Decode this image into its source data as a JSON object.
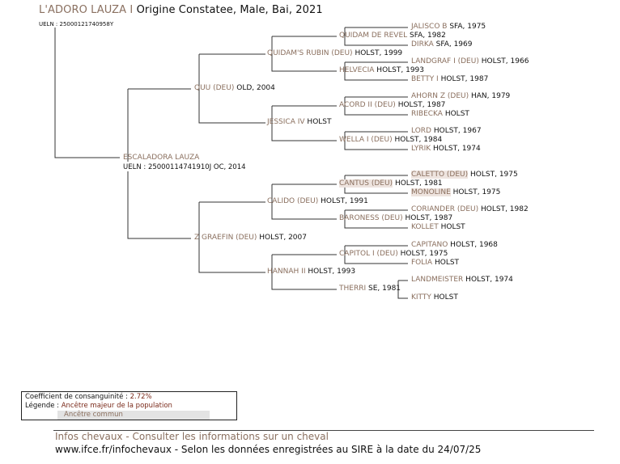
{
  "header": {
    "name": "L'ADORO LAUZA I",
    "details": "Origine Constatee, Male, Bai, 2021",
    "ueln": "UELN : 25000121740958Y"
  },
  "pedigree": {
    "sire": {
      "name": "QUU (DEU)",
      "info": "OLD, 2004"
    },
    "sire_sire": {
      "name": "QUIDAM'S RUBIN (DEU)",
      "info": "HOLST, 1999"
    },
    "sire_sire_sire": {
      "name": "QUIDAM DE REVEL",
      "info": "SFA, 1982"
    },
    "sire_sire_sire_sire": {
      "name": "JALISCO B",
      "info": "SFA, 1975"
    },
    "sire_sire_sire_dam": {
      "name": "DIRKA",
      "info": "SFA, 1969"
    },
    "sire_sire_dam": {
      "name": "HELVECIA",
      "info": "HOLST, 1993"
    },
    "sire_sire_dam_sire": {
      "name": "LANDGRAF I (DEU)",
      "info": "HOLST, 1966"
    },
    "sire_sire_dam_dam": {
      "name": "BETTY I",
      "info": "HOLST, 1987"
    },
    "sire_dam": {
      "name": "JESSICA IV",
      "info": "HOLST"
    },
    "sire_dam_sire": {
      "name": "ACORD II (DEU)",
      "info": "HOLST, 1987"
    },
    "sire_dam_sire_sire": {
      "name": "AHORN Z (DEU)",
      "info": "HAN, 1979"
    },
    "sire_dam_sire_dam": {
      "name": "RIBECKA",
      "info": "HOLST"
    },
    "sire_dam_dam": {
      "name": "WELLA I (DEU)",
      "info": "HOLST, 1984"
    },
    "sire_dam_dam_sire": {
      "name": "LORD",
      "info": "HOLST, 1967"
    },
    "sire_dam_dam_dam": {
      "name": "LYRIK",
      "info": "HOLST, 1974"
    },
    "dam": {
      "name": "ESCALADORA LAUZA",
      "ueln_prefix": "UELN : 25000114741910J",
      "info": "OC, 2014"
    },
    "dam_sire": {
      "name": "CALIDO (DEU)",
      "info": "HOLST, 1991"
    },
    "dam_sire_sire": {
      "name": "CANTUS (DEU)",
      "info": "HOLST, 1981"
    },
    "dam_sire_sire_sire": {
      "name": "CALETTO (DEU)",
      "info": "HOLST, 1975"
    },
    "dam_sire_sire_dam": {
      "name": "MONOLINE",
      "info": "HOLST, 1975"
    },
    "dam_sire_dam": {
      "name": "BARONESS (DEU)",
      "info": "HOLST, 1987"
    },
    "dam_sire_dam_sire": {
      "name": "CORIANDER (DEU)",
      "info": "HOLST, 1982"
    },
    "dam_sire_dam_dam": {
      "name": "KOLLET",
      "info": "HOLST"
    },
    "dam_dam": {
      "name": "Z GRAEFIN (DEU)",
      "info": "HOLST, 2007"
    },
    "dam_dam_sire": {
      "name": "CAPITOL I (DEU)",
      "info": "HOLST, 1975"
    },
    "dam_dam_sire_sire": {
      "name": "CAPITANO",
      "info": "HOLST, 1968"
    },
    "dam_dam_sire_dam": {
      "name": "FOLIA",
      "info": "HOLST"
    },
    "dam_dam_dam": {
      "name": "HANNAH II",
      "info": "HOLST, 1993"
    },
    "dam_dam_dam_sire": {
      "name": "THERRI",
      "info": "SE, 1981"
    },
    "dam_dam_dam_sire_sire": {
      "name": "LANDMEISTER",
      "info": "HOLST, 1974"
    },
    "dam_dam_dam_sire_dam": {
      "name": "KITTY",
      "info": "HOLST"
    }
  },
  "legend": {
    "coefficient_label": "Coefficient de consanguinité :",
    "coefficient_value": "2.72%",
    "legend_label": "Légende :",
    "major_ancestor": "Ancêtre majeur de la population",
    "common_ancestor": "Ancêtre commun"
  },
  "footer": {
    "line1": "Infos chevaux - Consulter les informations sur un cheval",
    "line2": "www.ifce.fr/infochevaux - Selon les données enregistrées au SIRE à la date du 24/07/25"
  },
  "colors": {
    "name": "#8a6f5e",
    "highlight": "#eee4df",
    "legend_red": "#7a2a1a"
  }
}
